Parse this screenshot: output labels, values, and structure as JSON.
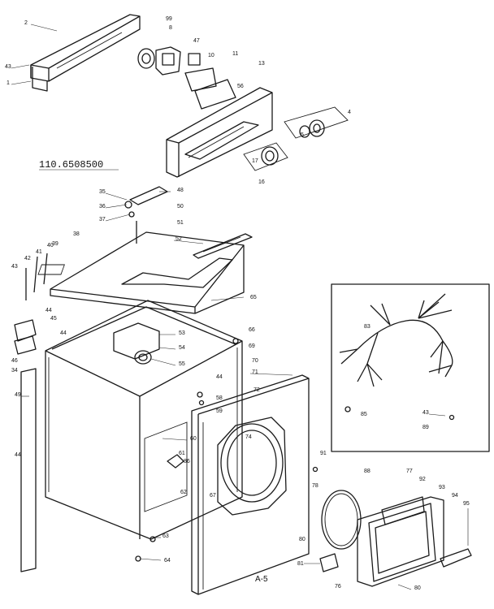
{
  "model_number": "110.6508500",
  "figure_label": "A-5",
  "callouts": {
    "c2": "2",
    "c99": "99",
    "c8": "8",
    "c43a": "43",
    "c1": "1",
    "c47": "47",
    "c10": "10",
    "c11": "11",
    "c56": "56",
    "c13": "13",
    "c5": "5",
    "c4": "4",
    "c17": "17",
    "c16": "16",
    "c35": "35",
    "c48": "48",
    "c36": "36",
    "c50": "50",
    "c37": "37",
    "c51": "51",
    "c38": "38",
    "c52": "52",
    "c39": "39",
    "c43b": "43",
    "c42": "42",
    "c41": "41",
    "c40": "40",
    "c65": "65",
    "c44a": "44",
    "c45": "45",
    "c44b": "44",
    "c46": "46",
    "c34": "34",
    "c53": "53",
    "c54": "54",
    "c55": "55",
    "c66": "66",
    "c69": "69",
    "c70": "70",
    "c44c": "44",
    "c71": "71",
    "c72": "72",
    "c49": "49",
    "c44d": "44",
    "c58": "58",
    "c59": "59",
    "c60": "60",
    "c61": "61",
    "c86": "86",
    "c62": "62",
    "c74": "74",
    "c67": "67",
    "c91": "91",
    "c63": "63",
    "c64": "64",
    "c78": "78",
    "c88": "88",
    "c77": "77",
    "c92": "92",
    "c93": "93",
    "c94": "94",
    "c95": "95",
    "c80a": "80",
    "c81": "81",
    "c76": "76",
    "c80b": "80",
    "c83": "83",
    "c85": "85",
    "c43c": "43",
    "c89": "89"
  }
}
